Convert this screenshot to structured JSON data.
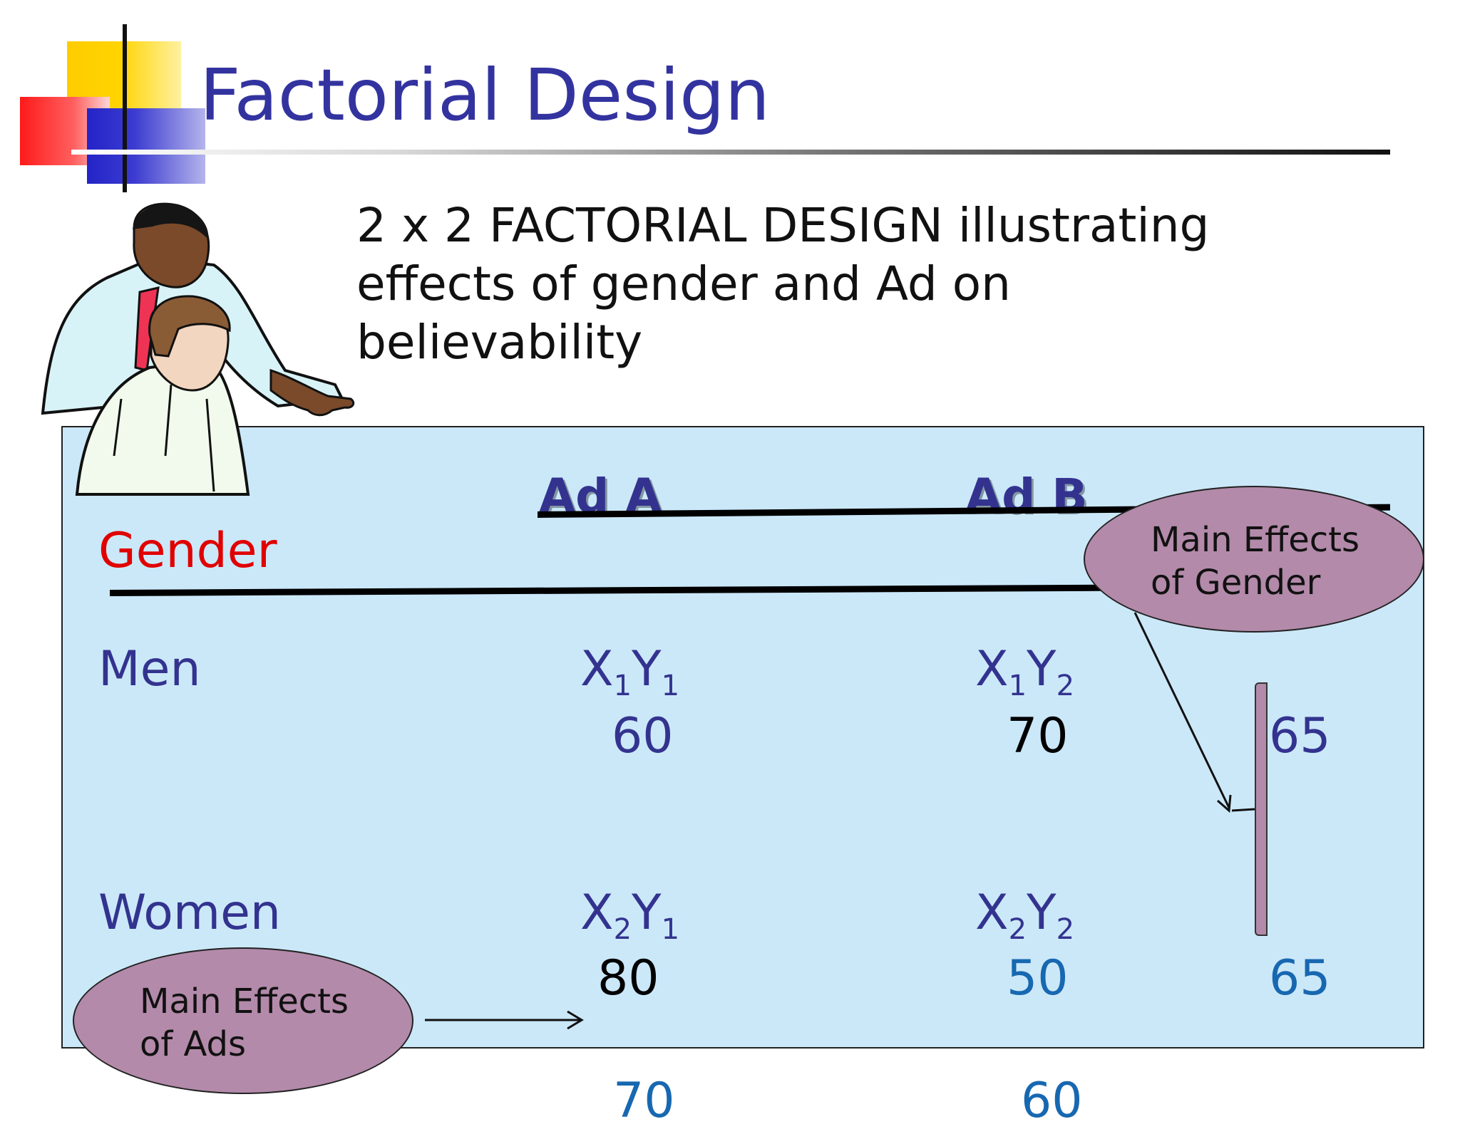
{
  "slide": {
    "title": "Factorial Design",
    "subtitle_lines": [
      "2 x 2 FACTORIAL DESIGN illustrating",
      "effects of gender and Ad on believability"
    ]
  },
  "table": {
    "row_header": "Gender",
    "columns": [
      "Ad A",
      "Ad B"
    ],
    "rows": [
      {
        "label": "Men",
        "cells": [
          {
            "var1": "X",
            "sub1": "1",
            "var2": "Y",
            "sub2": "1",
            "value": "60"
          },
          {
            "var1": "X",
            "sub1": "1",
            "var2": "Y",
            "sub2": "2",
            "value": "70"
          }
        ],
        "main_effect": "65"
      },
      {
        "label": "Women",
        "cells": [
          {
            "var1": "X",
            "sub1": "2",
            "var2": "Y",
            "sub2": "1",
            "value": "80"
          },
          {
            "var1": "X",
            "sub1": "2",
            "var2": "Y",
            "sub2": "2",
            "value": "50"
          }
        ],
        "main_effect": "65"
      }
    ],
    "column_main_effects": [
      "70",
      "60"
    ]
  },
  "callouts": {
    "gender": [
      "Main Effects",
      "of Gender"
    ],
    "ads": [
      "Main Effects",
      "of Ads"
    ]
  },
  "colors": {
    "title": "#3333a0",
    "panel": "#cbe8f9",
    "gender_label": "#e00000",
    "callout": "#b38aaa"
  }
}
